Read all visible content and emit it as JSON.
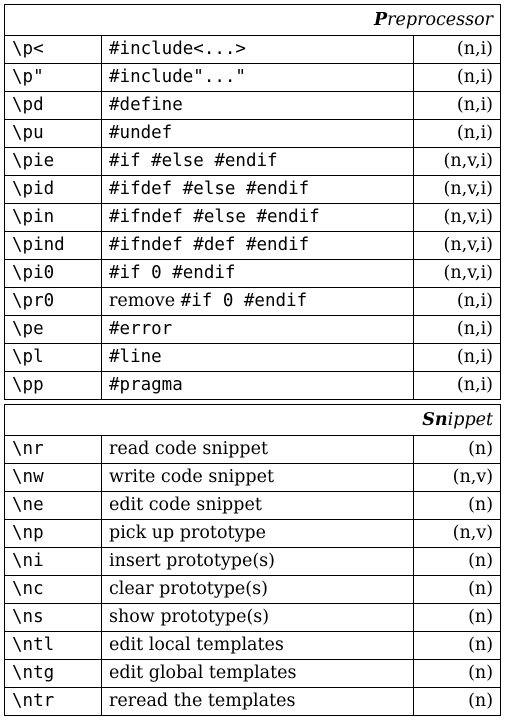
{
  "preprocessor": {
    "title_bold": "P",
    "title_rest": "reprocessor",
    "rows": [
      {
        "key": "\\p<",
        "desc": "#include<...>",
        "flags": "(n,i)"
      },
      {
        "key": "\\p\"",
        "desc": "#include\"...\"",
        "flags": "(n,i)"
      },
      {
        "key": "\\pd",
        "desc": "#define",
        "flags": "(n,i)"
      },
      {
        "key": "\\pu",
        "desc": "#undef",
        "flags": "(n,i)"
      },
      {
        "key": "\\pie",
        "desc": "#if #else #endif",
        "flags": "(n,v,i)"
      },
      {
        "key": "\\pid",
        "desc": "#ifdef #else #endif",
        "flags": "(n,v,i)"
      },
      {
        "key": "\\pin",
        "desc": "#ifndef #else #endif",
        "flags": "(n,v,i)"
      },
      {
        "key": "\\pind",
        "desc": "#ifndef #def #endif",
        "flags": "(n,v,i)"
      },
      {
        "key": "\\pi0",
        "desc": "#if 0 #endif",
        "flags": "(n,v,i)"
      },
      {
        "key": "\\pr0",
        "desc_prefix": "remove ",
        "desc": "#if 0 #endif",
        "flags": "(n,i)"
      },
      {
        "key": "\\pe",
        "desc": "#error",
        "flags": "(n,i)"
      },
      {
        "key": "\\pl",
        "desc": "#line",
        "flags": "(n,i)"
      },
      {
        "key": "\\pp",
        "desc": "#pragma",
        "flags": "(n,i)"
      }
    ]
  },
  "snippet": {
    "title_bold": "Sn",
    "title_rest": "ippet",
    "rows": [
      {
        "key": "\\nr",
        "desc": "read code snippet",
        "flags": "(n)"
      },
      {
        "key": "\\nw",
        "desc": "write code snippet",
        "flags": "(n,v)"
      },
      {
        "key": "\\ne",
        "desc": "edit code snippet",
        "flags": "(n)"
      },
      {
        "key": "\\np",
        "desc": "pick up prototype",
        "flags": "(n,v)"
      },
      {
        "key": "\\ni",
        "desc": "insert prototype(s)",
        "flags": "(n)"
      },
      {
        "key": "\\nc",
        "desc": "clear prototype(s)",
        "flags": "(n)"
      },
      {
        "key": "\\ns",
        "desc": "show prototype(s)",
        "flags": "(n)"
      },
      {
        "key": "\\ntl",
        "desc": "edit local templates",
        "flags": "(n)"
      },
      {
        "key": "\\ntg",
        "desc": "edit global templates",
        "flags": "(n)"
      },
      {
        "key": "\\ntr",
        "desc": "reread the templates",
        "flags": "(n)"
      }
    ]
  }
}
